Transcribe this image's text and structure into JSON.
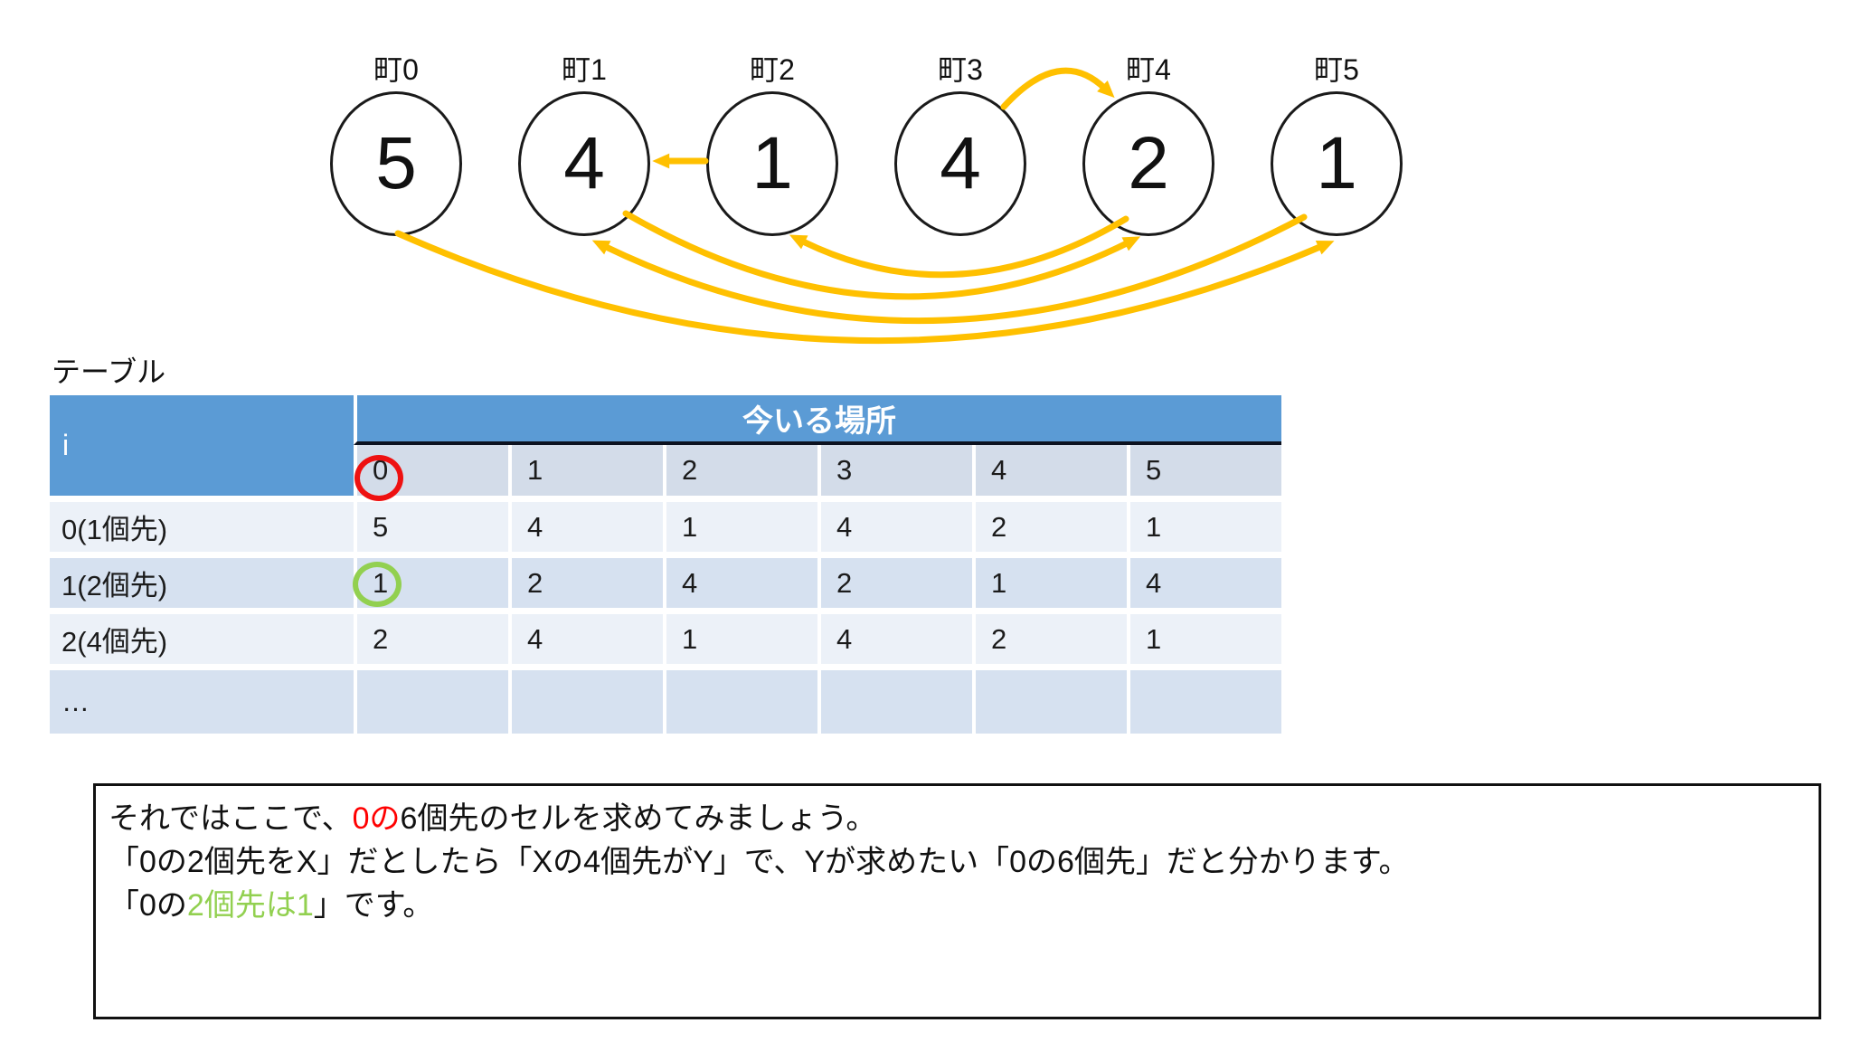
{
  "diagram": {
    "towns": [
      {
        "label": "町0",
        "value": "5"
      },
      {
        "label": "町1",
        "value": "4"
      },
      {
        "label": "町2",
        "value": "1"
      },
      {
        "label": "町3",
        "value": "4"
      },
      {
        "label": "町4",
        "value": "2"
      },
      {
        "label": "町5",
        "value": "1"
      }
    ],
    "edges": [
      {
        "from": "町0",
        "to": "町5"
      },
      {
        "from": "町1",
        "to": "町4"
      },
      {
        "from": "町2",
        "to": "町1"
      },
      {
        "from": "町3",
        "to": "町4"
      },
      {
        "from": "町4",
        "to": "町2"
      },
      {
        "from": "町5",
        "to": "町1"
      }
    ]
  },
  "table": {
    "title": "テーブル",
    "corner_label": "i",
    "group_header": "今いる場所",
    "col_headers": [
      "0",
      "1",
      "2",
      "3",
      "4",
      "5"
    ],
    "rows": [
      {
        "label": "0(1個先)",
        "values": [
          "5",
          "4",
          "1",
          "4",
          "2",
          "1"
        ]
      },
      {
        "label": "1(2個先)",
        "values": [
          "1",
          "2",
          "4",
          "2",
          "1",
          "4"
        ]
      },
      {
        "label": "2(4個先)",
        "values": [
          "2",
          "4",
          "1",
          "4",
          "2",
          "1"
        ]
      },
      {
        "label": "…",
        "values": [
          "",
          "",
          "",
          "",
          "",
          ""
        ]
      }
    ],
    "highlights": {
      "red_circle": "column header 0",
      "green_circle": "row 1(2個先), column 0, value 1"
    }
  },
  "note": {
    "lines": [
      {
        "segments": [
          {
            "text": "それではここで、",
            "color": "default"
          },
          {
            "text": "0の",
            "color": "red"
          },
          {
            "text": "6個先のセルを求めてみましょう。",
            "color": "default"
          }
        ]
      },
      {
        "segments": [
          {
            "text": "「0の2個先をX」だとしたら「Xの4個先がY」で、Yが求めたい「0の6個先」だと分かります。",
            "color": "default"
          }
        ]
      },
      {
        "segments": [
          {
            "text": "「0の",
            "color": "default"
          },
          {
            "text": "2個先は1",
            "color": "green"
          },
          {
            "text": "」です。",
            "color": "default"
          }
        ]
      }
    ]
  },
  "colors": {
    "header_blue": "#5B9BD5",
    "subheader_bg": "#D3DCE9",
    "row_light": "#ECF1F8",
    "row_dark": "#D6E1F0",
    "arrow_gold": "#FFC000",
    "annotation_red": "#EE1111",
    "annotation_green": "#92D050",
    "text_red": "#FF0000",
    "text_green": "#92D050"
  }
}
